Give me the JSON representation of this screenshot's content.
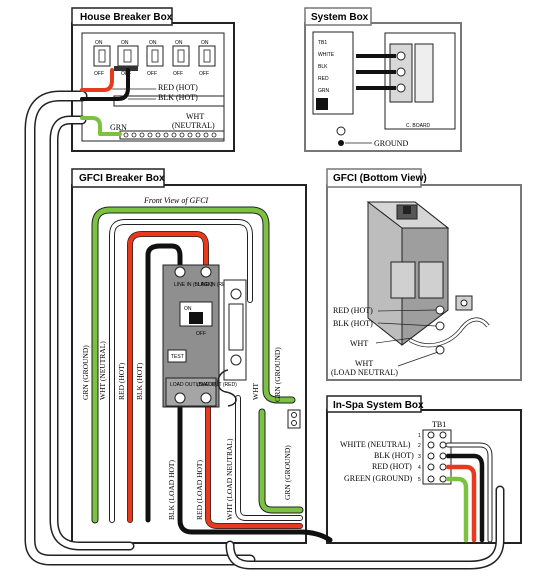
{
  "colors": {
    "red": "#e8391c",
    "green": "#7cc242",
    "black": "#111111",
    "white": "#ffffff",
    "gray": "#9a9a9a",
    "box_border": "#222222",
    "panel_gray": "#8f8f8f"
  },
  "house_box": {
    "title": "House Breaker Box",
    "switches": [
      {
        "on": "ON",
        "off": "OFF"
      },
      {
        "on": "ON",
        "off": "OFF"
      },
      {
        "on": "ON",
        "off": "OFF"
      },
      {
        "on": "ON",
        "off": "OFF"
      },
      {
        "on": "ON",
        "off": "OFF"
      }
    ],
    "labels": {
      "red": "RED (HOT)",
      "blk": "BLK (HOT)",
      "wht": "WHT",
      "wht2": "(NEUTRAL)",
      "grn": "GRN"
    }
  },
  "system_box": {
    "title": "System Box",
    "side_labels": [
      "TB1",
      "WHITE",
      "BLK",
      "RED",
      "GRN"
    ],
    "board_label": "C. BOARD",
    "ground": "GROUND"
  },
  "gfci_breaker_box": {
    "title": "GFCI Breaker Box",
    "front_view": "Front View of GFCI",
    "gfci_top_left": "LINE IN (BLACK)",
    "gfci_top_right": "LINE IN (RED)",
    "on": "ON",
    "off": "OFF",
    "test": "TEST",
    "load_left": "LOAD OUT (BLACK)",
    "load_right": "LOAD OUT (RED)",
    "wires": {
      "grn_ground": "GRN (GROUND)",
      "wht_neutral": "WHT (NEUTRAL)",
      "red_hot": "RED (HOT)",
      "blk_hot": "BLK (HOT)",
      "wht": "WHT",
      "blk_load": "BLK (LOAD HOT)",
      "red_load": "RED (LOAD HOT)",
      "wht_load": "WHT (LOAD NEUTRAL)",
      "grn_ground_right": "GRN (GROUND)",
      "grn_ground_right2": "GRN (GROUND)"
    }
  },
  "gfci_bottom": {
    "title": "GFCI (Bottom View)",
    "red": "RED (HOT)",
    "blk": "BLK (HOT)",
    "wht": "WHT",
    "wht_load": "WHT",
    "wht_load2": "(LOAD NEUTRAL)"
  },
  "inspa_box": {
    "title": "In-Spa System Box",
    "tb": "TB1",
    "rows": [
      {
        "label": "",
        "num": "1"
      },
      {
        "label": "WHITE (NEUTRAL)",
        "num": "2"
      },
      {
        "label": "BLK (HOT)",
        "num": "3"
      },
      {
        "label": "RED (HOT)",
        "num": "4"
      },
      {
        "label": "GREEN (GROUND)",
        "num": "5"
      }
    ]
  }
}
